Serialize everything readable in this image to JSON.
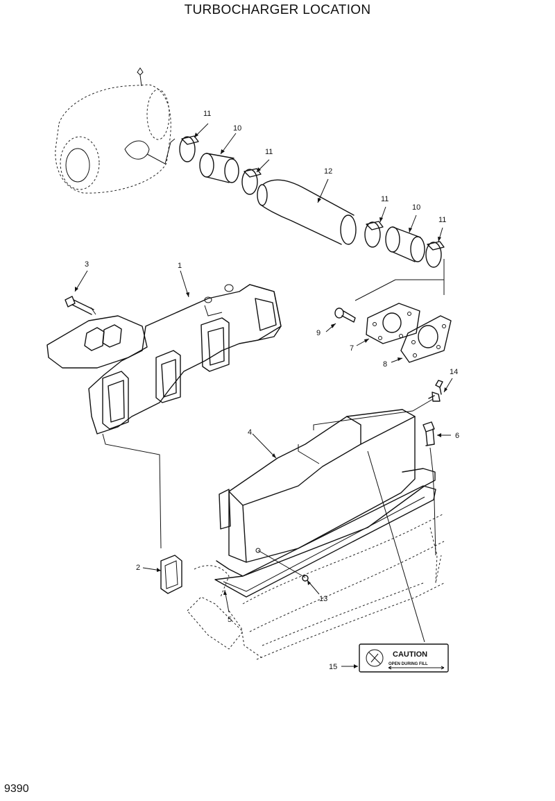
{
  "page": {
    "title": "TURBOCHARGER LOCATION",
    "page_number": "9390"
  },
  "callouts": {
    "c1": "1",
    "c2": "2",
    "c3": "3",
    "c4": "4",
    "c5": "5",
    "c6": "6",
    "c7": "7",
    "c8": "8",
    "c9": "9",
    "c10a": "10",
    "c10b": "10",
    "c11a": "11",
    "c11b": "11",
    "c11c": "11",
    "c11d": "11",
    "c12": "12",
    "c13": "13",
    "c14": "14",
    "c15": "15"
  },
  "caution_label": {
    "heading": "CAUTION",
    "subtext": "OPEN DURING FILL"
  }
}
